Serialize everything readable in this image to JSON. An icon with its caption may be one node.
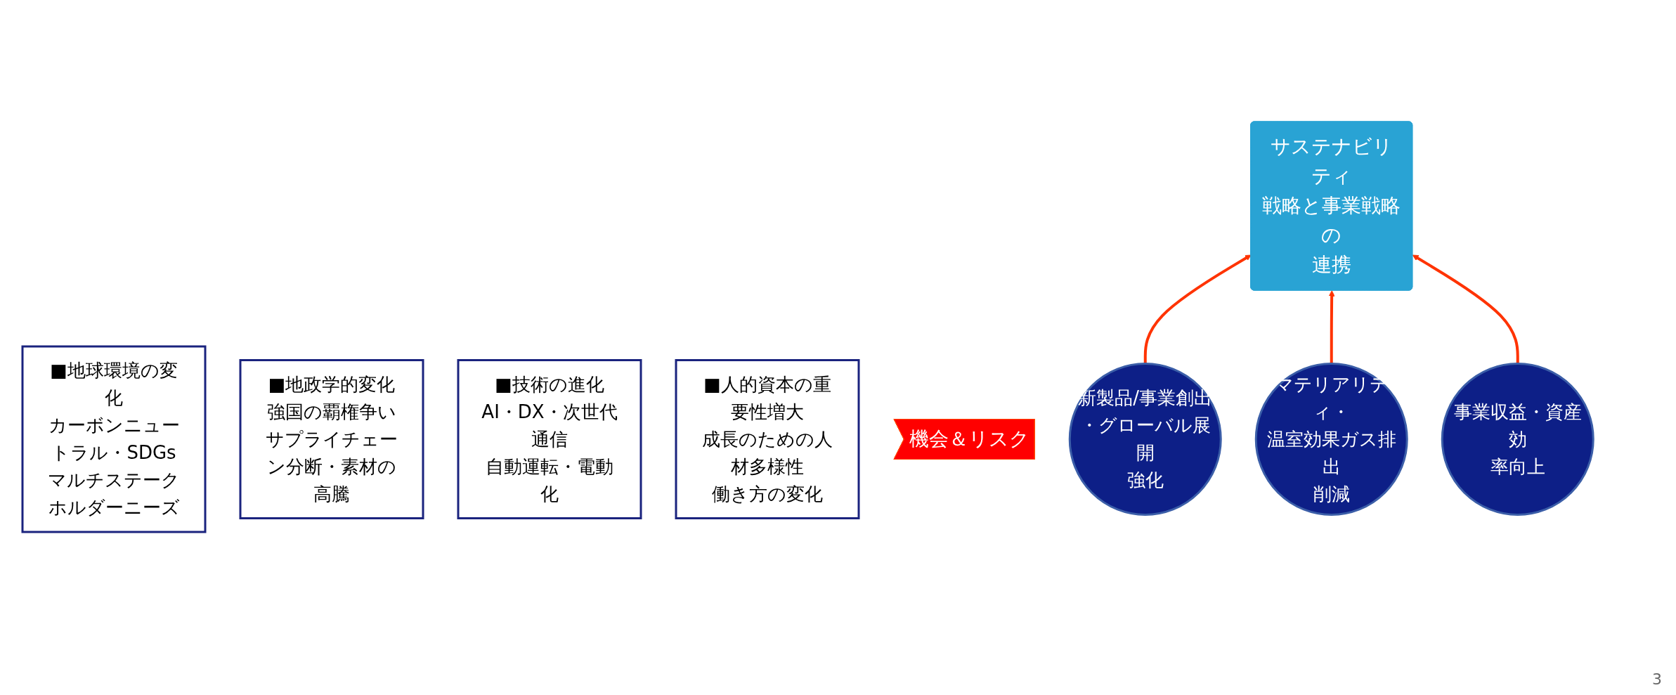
{
  "diagram": {
    "nodes": [
      {
        "text": [
          "■地球環境の変化",
          "カーボンニュートラル・SDGs",
          "マルチステークホルダーニーズ"
        ]
      },
      {
        "text": [
          "■地政学的変化",
          "強国の覇権争い",
          "サプライチェーン分断・素材の高騰"
        ]
      },
      {
        "text": [
          "■技術の進化",
          "AI・DX・次世代通信",
          "自動運転・電動化"
        ]
      },
      {
        "text": [
          "■人的資本の重要性増大",
          "成長のための人材多様性",
          "働き方の変化"
        ]
      },
      {
        "text": [
          "機会＆リスク"
        ]
      },
      {
        "text": [
          "サステナビリティ戦略と事業戦略の連携"
        ]
      },
      {
        "text": [
          "新製品/事業創出・グローバル展開強化"
        ]
      },
      {
        "text": [
          "マテリアリティ・温室効果ガス排出削減"
        ]
      },
      {
        "text": [
          "事業収益・資産効率向上"
        ]
      }
    ],
    "edges": [
      {
        "from": 6,
        "to": 5,
        "arrow": "to"
      },
      {
        "from": 7,
        "to": 5,
        "arrow": "to"
      },
      {
        "from": 8,
        "to": 5,
        "arrow": "to"
      }
    ],
    "labels": [
      "3"
    ]
  }
}
